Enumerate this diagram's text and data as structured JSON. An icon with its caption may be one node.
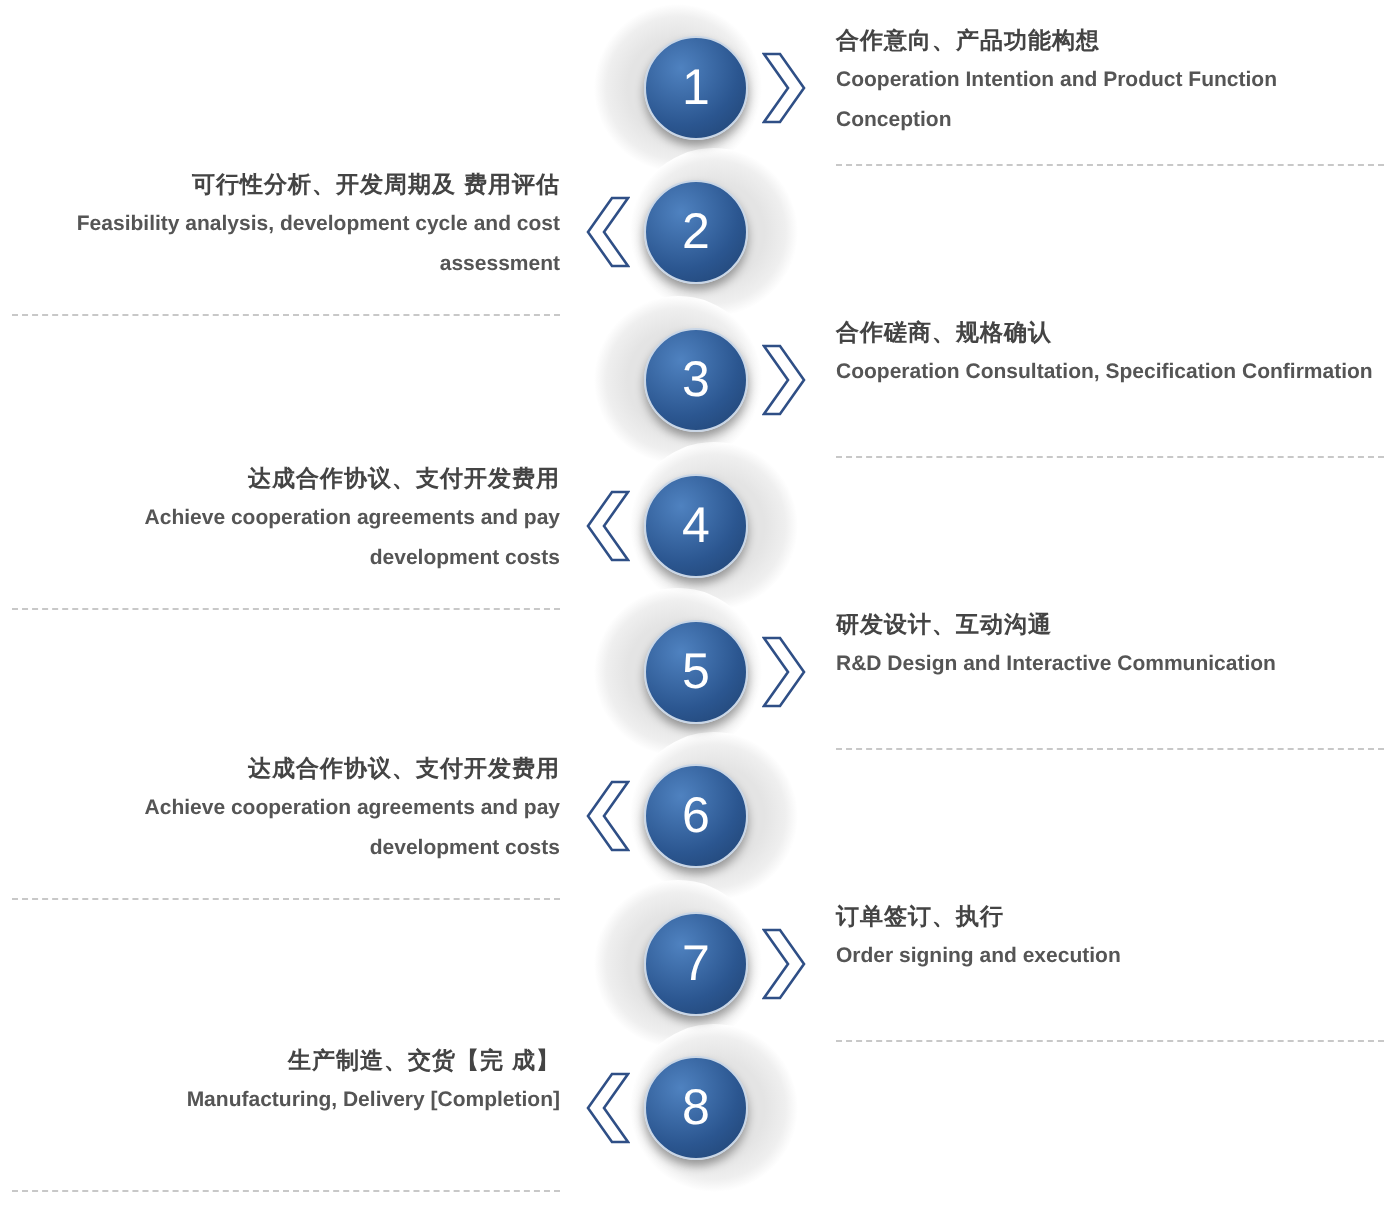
{
  "diagram": {
    "nodes": [
      {
        "text": [
          "1"
        ],
        "beside": [
          "合作意向、产品功能构想",
          "Cooperation Intention and Product Function Conception"
        ]
      },
      {
        "text": [
          "2"
        ],
        "beside": [
          "可行性分析、开发周期及 费用评估",
          "Feasibility analysis, development cycle and cost assessment"
        ]
      },
      {
        "text": [
          "3"
        ],
        "beside": [
          "合作磋商、规格确认",
          "Cooperation Consultation, Specification Confirmation"
        ]
      },
      {
        "text": [
          "4"
        ],
        "beside": [
          "达成合作协议、支付开发费用",
          "Achieve cooperation agreements and pay development costs"
        ]
      },
      {
        "text": [
          "5"
        ],
        "beside": [
          "研发设计、互动沟通",
          "R&D Design and Interactive Communication"
        ]
      },
      {
        "text": [
          "6"
        ],
        "beside": [
          "达成合作协议、支付开发费用",
          "Achieve cooperation agreements and pay development costs"
        ]
      },
      {
        "text": [
          "7"
        ],
        "beside": [
          "订单签订、执行",
          "Order signing and execution"
        ]
      },
      {
        "text": [
          "8"
        ],
        "beside": [
          "生产制造、交货【完 成】",
          "Manufacturing, Delivery [Completion]"
        ]
      }
    ]
  }
}
